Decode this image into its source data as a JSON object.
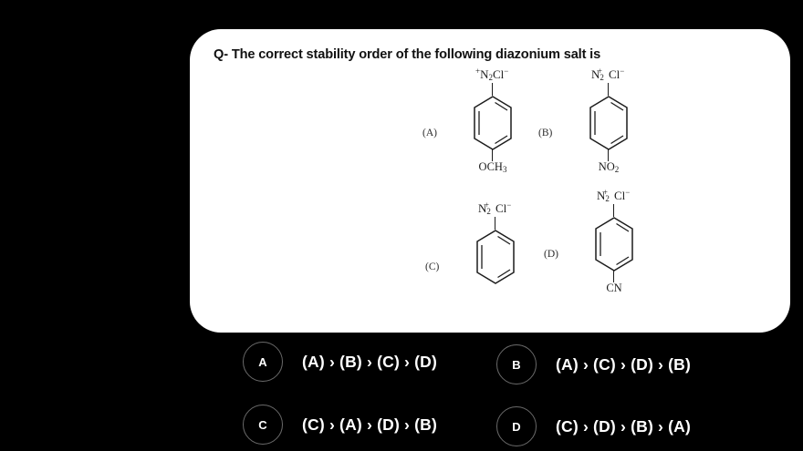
{
  "background_color": "#000000",
  "card": {
    "background_color": "#ffffff",
    "question_prefix": "Q-",
    "question": "Q- The correct stability order of the following diazonium salt is"
  },
  "structures": [
    {
      "tag": "(A)",
      "top_group": "+N2Cl-",
      "top_group_parts": {
        "plus": "+",
        "n": "N",
        "two": "2",
        "cl": "Cl",
        "minus": "−"
      },
      "plus_position": "prefix",
      "bottom_group": "OCH3",
      "bottom_group_parts": {
        "text": "OCH",
        "sub": "3"
      },
      "ring": "benzene"
    },
    {
      "tag": "(B)",
      "top_group": "N2+Cl-",
      "top_group_parts": {
        "plus": "+",
        "n": "N",
        "two": "2",
        "cl": "Cl",
        "minus": "−"
      },
      "plus_position": "over-subscript",
      "bottom_group": "NO2",
      "bottom_group_parts": {
        "text": "NO",
        "sub": "2"
      },
      "ring": "benzene"
    },
    {
      "tag": "(C)",
      "top_group": "N2+Cl-",
      "top_group_parts": {
        "plus": "+",
        "n": "N",
        "two": "2",
        "cl": "Cl",
        "minus": "−"
      },
      "plus_position": "over-subscript",
      "bottom_group": "",
      "bottom_group_parts": {
        "text": "",
        "sub": ""
      },
      "ring": "benzene"
    },
    {
      "tag": "(D)",
      "top_group": "N2+Cl-",
      "top_group_parts": {
        "plus": "+",
        "n": "N",
        "two": "2",
        "cl": "Cl",
        "minus": "−"
      },
      "plus_position": "over-subscript",
      "bottom_group": "CN",
      "bottom_group_parts": {
        "text": "CN",
        "sub": ""
      },
      "ring": "benzene"
    }
  ],
  "options": [
    {
      "key": "A",
      "text": "(A) › (B) › (C) › (D)"
    },
    {
      "key": "B",
      "text": "(A) › (C) › (D) › (B)"
    },
    {
      "key": "C",
      "text": "(C) › (A) › (D) › (B)"
    },
    {
      "key": "D",
      "text": "(C) › (D) › (B) › (A)"
    }
  ]
}
